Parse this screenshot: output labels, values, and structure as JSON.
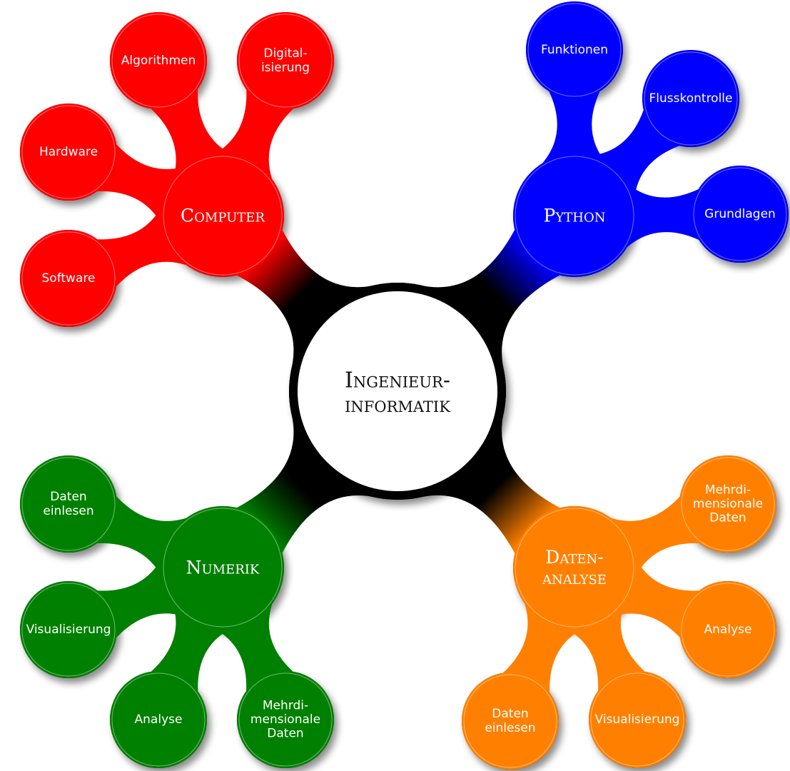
{
  "center": {
    "lines": [
      "Ingenieur-",
      "informatik"
    ],
    "color": "#000000"
  },
  "branches": [
    {
      "id": "computer",
      "label_lines": [
        "Computer"
      ],
      "color": "#ff0000",
      "children": [
        {
          "id": "algorithmen",
          "lines": [
            "Algorithmen"
          ]
        },
        {
          "id": "digitalisierung",
          "lines": [
            "Digital-",
            "isierung"
          ]
        },
        {
          "id": "hardware",
          "lines": [
            "Hardware"
          ]
        },
        {
          "id": "software",
          "lines": [
            "Software"
          ]
        }
      ]
    },
    {
      "id": "python",
      "label_lines": [
        "Python"
      ],
      "color": "#0000ff",
      "children": [
        {
          "id": "funktionen",
          "lines": [
            "Funktionen"
          ]
        },
        {
          "id": "flusskontrolle",
          "lines": [
            "Flusskontrolle"
          ]
        },
        {
          "id": "grundlagen",
          "lines": [
            "Grundlagen"
          ]
        }
      ]
    },
    {
      "id": "numerik",
      "label_lines": [
        "Numerik"
      ],
      "color": "#008000",
      "children": [
        {
          "id": "daten-einlesen",
          "lines": [
            "Daten",
            "einlesen"
          ]
        },
        {
          "id": "visualisierung",
          "lines": [
            "Visualisierung"
          ]
        },
        {
          "id": "analyse",
          "lines": [
            "Analyse"
          ]
        },
        {
          "id": "mehrdimensionale-daten",
          "lines": [
            "Mehrdi-",
            "mensionale",
            "Daten"
          ]
        }
      ]
    },
    {
      "id": "datenanalyse",
      "label_lines": [
        "Daten-",
        "analyse"
      ],
      "color": "#ff8000",
      "children": [
        {
          "id": "mehrdimensionale-daten",
          "lines": [
            "Mehrdi-",
            "mensionale",
            "Daten"
          ]
        },
        {
          "id": "analyse",
          "lines": [
            "Analyse"
          ]
        },
        {
          "id": "daten-einlesen",
          "lines": [
            "Daten",
            "einlesen"
          ]
        },
        {
          "id": "visualisierung",
          "lines": [
            "Visualisierung"
          ]
        }
      ]
    }
  ]
}
